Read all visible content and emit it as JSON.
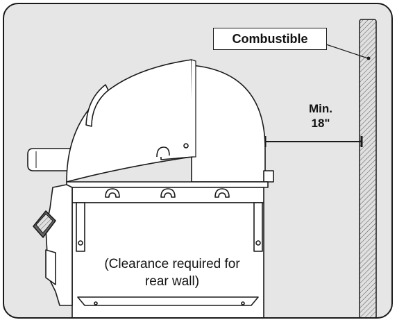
{
  "labels": {
    "combustible": "Combustible",
    "min_line1": "Min.",
    "min_line2": "18\"",
    "clearance_line1": "(Clearance required for",
    "clearance_line2": "rear wall)"
  },
  "colors": {
    "background": "#e6e6e6",
    "line": "#1a1a1a",
    "wall_fill": "#d8d8d8"
  }
}
